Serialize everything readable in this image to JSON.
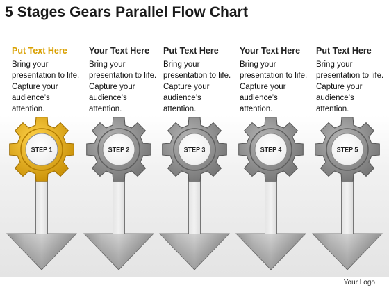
{
  "title": "5 Stages Gears Parallel Flow Chart",
  "columns": [
    {
      "heading": "Put Text Here",
      "text": "Bring your presentation to life. Capture your audience’s attention."
    },
    {
      "heading": "Your Text Here",
      "text": "Bring your presentation to life. Capture your audience’s attention."
    },
    {
      "heading": "Put Text Here",
      "text": "Bring your presentation to life. Capture your audience’s attention."
    },
    {
      "heading": "Your Text Here",
      "text": "Bring your presentation to life. Capture your audience’s attention."
    },
    {
      "heading": "Put Text Here",
      "text": "Bring your presentation to life. Capture your audience’s attention."
    }
  ],
  "stages": [
    {
      "label": "STEP 1",
      "icon": "gear-icon",
      "color": "#e0aa10"
    },
    {
      "label": "STEP 2",
      "icon": "gear-icon",
      "color": "#8a8a8a"
    },
    {
      "label": "STEP 3",
      "icon": "gear-icon",
      "color": "#8a8a8a"
    },
    {
      "label": "STEP 4",
      "icon": "gear-icon",
      "color": "#8a8a8a"
    },
    {
      "label": "STEP 5",
      "icon": "gear-icon",
      "color": "#8a8a8a"
    }
  ],
  "footer": {
    "logo_text": "Your Logo"
  },
  "colors": {
    "accent": "#d9a000",
    "gear_gray": "#8a8a8a",
    "arrow_gray": "#9a9a9a"
  }
}
